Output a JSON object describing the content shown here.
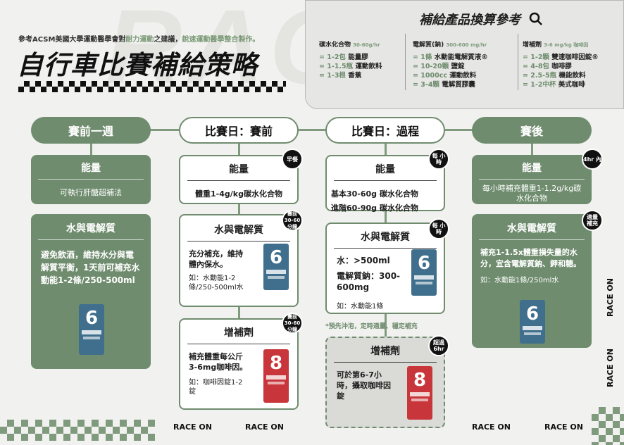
{
  "header": {
    "subtitle_pre": "參考ACSM美國大學運動醫學會對",
    "subtitle_hl1": "耐力運動",
    "subtitle_mid": "之建議，",
    "subtitle_hl2": "銳速運動醫學整合製作。",
    "title": "自行車比賽補給策略",
    "bg_text": "RACE"
  },
  "reference": {
    "title": "補給產品換算參考",
    "icon": "search-icon",
    "columns": [
      {
        "head": "碳水化合物",
        "unit": "30-60g/hr",
        "rows": [
          {
            "n": "= 1-2包",
            "t": "能量膠"
          },
          {
            "n": "= 1-1.5瓶",
            "t": "運動飲料"
          },
          {
            "n": "= 1-3根",
            "t": "香蕉"
          }
        ]
      },
      {
        "head": "電解質(鈉)",
        "unit": "300-600 mg/hr",
        "rows": [
          {
            "n": "= 1條",
            "t": "水動能電解質液®"
          },
          {
            "n": "= 10-20顆",
            "t": "鹽錠"
          },
          {
            "n": "= 1000cc",
            "t": "運動飲料"
          },
          {
            "n": "= 3-4顆",
            "t": "電解質膠囊"
          }
        ]
      },
      {
        "head": "增補劑",
        "unit": "3-6 mg/kg 咖啡因",
        "rows": [
          {
            "n": "= 1-2顆",
            "t": "雙速咖啡因錠®"
          },
          {
            "n": "= 4-8包",
            "t": "咖啡膠"
          },
          {
            "n": "= 2.5-5瓶",
            "t": "機能飲料"
          },
          {
            "n": "= 1-2中杯",
            "t": "美式咖啡"
          }
        ]
      }
    ]
  },
  "stages": {
    "pre_week": "賽前一週",
    "race_before": "比賽日：賽前",
    "race_during": "比賽日：過程",
    "post": "賽後"
  },
  "pre_week": {
    "energy_title": "能量",
    "energy_text": "可執行肝醣超補法",
    "water_title": "水與電解質",
    "water_text": "避免飲酒，維持水分與電解質平衡，1天前可補充水動能1-2條/250-500ml",
    "product_num": "6"
  },
  "race_before": {
    "energy_title": "能量",
    "energy_badge": "早餐",
    "energy_text": "體重1-4g/kg碳水化合物",
    "water_title": "水與電解質",
    "water_badge": "賽前 30-60 分鐘",
    "water_text": "充分補充，維持體內保水。",
    "water_example": "如：水動能1-2條/250-500ml水",
    "water_product": "6",
    "supp_title": "增補劑",
    "supp_badge": "賽前 30-60 分鐘",
    "supp_text": "補充體重每公斤3-6mg咖啡因。",
    "supp_example": "如：咖啡因錠1-2錠",
    "supp_product": "8"
  },
  "race_during": {
    "energy_title": "能量",
    "energy_badge": "每 小時",
    "energy_text1": "基本30-60g 碳水化合物",
    "energy_text2": "進階60-90g 碳水化合物",
    "water_title": "水與電解質",
    "water_badge": "每 小時",
    "water_text1": "水：>500ml",
    "water_text2": "電解質鈉：300-600mg",
    "water_example": "如：水動能1條",
    "water_product": "6",
    "note": "*預先沖泡，定時適量、穩定補充",
    "supp_title": "增補劑",
    "supp_badge": "超過 6hr",
    "supp_text": "可於第6-7小時，攝取咖啡因錠",
    "supp_product": "8"
  },
  "post": {
    "energy_title": "能量",
    "energy_badge": "4hr 內",
    "energy_text": "每小時補充體重1-1.2g/kg碳水化合物",
    "water_title": "水與電解質",
    "water_badge": "適量 補充",
    "water_text": "補充1-1.5x體重損失量的水分，宜含電解質鈉、鉀和糖。",
    "water_example": "如：水動能1條/250ml水",
    "water_product": "6"
  },
  "footer": {
    "race_on": "RACE ON"
  }
}
